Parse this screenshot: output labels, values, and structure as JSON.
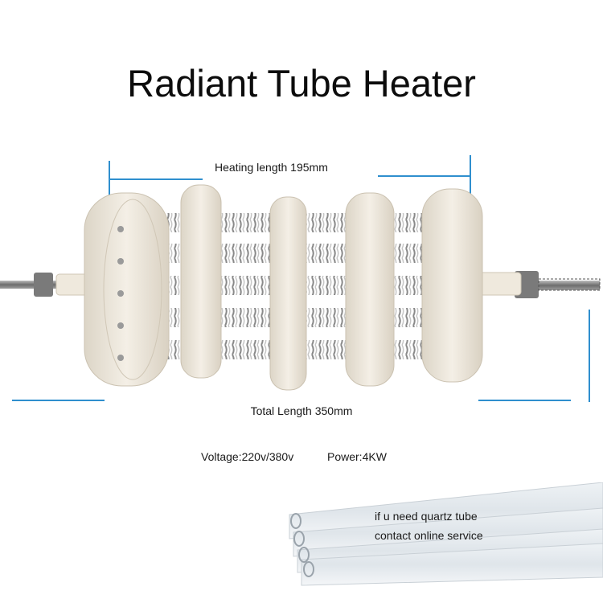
{
  "title": "Radiant Tube Heater",
  "heating_length": "Heating length 195mm",
  "total_length": "Total Length 350mm",
  "voltage": "Voltage:220v/380v",
  "power": "Power:4KW",
  "quartz_note": "if u need quartz tube",
  "contact_note": "contact online service",
  "colors": {
    "dimension_line": "#2f8fce",
    "ceramic": "#efe9dd",
    "spring": "#9a9a9a"
  }
}
